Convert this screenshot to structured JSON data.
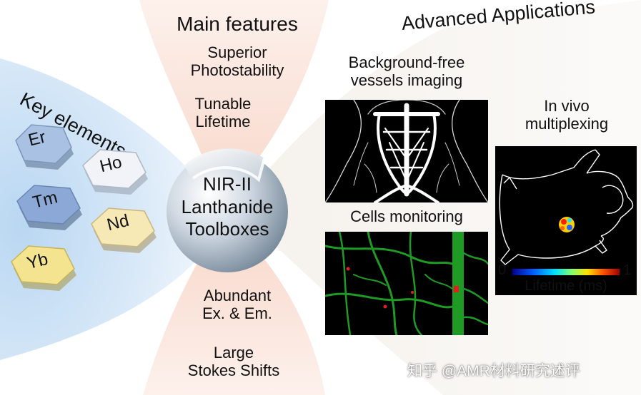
{
  "key_elements": {
    "title": "Key elements",
    "items": [
      {
        "symbol": "Er",
        "color": "#9fb9df"
      },
      {
        "symbol": "Ho",
        "color": "#eef0f6"
      },
      {
        "symbol": "Tm",
        "color": "#86a3d2"
      },
      {
        "symbol": "Nd",
        "color": "#f4e7b0"
      },
      {
        "symbol": "Yb",
        "color": "#f3e28a"
      }
    ]
  },
  "center": {
    "line1": "NIR-II",
    "line2": "Lanthanide",
    "line3": "Toolboxes"
  },
  "main_features": {
    "title": "Main features",
    "items": [
      {
        "line1": "Superior",
        "line2": "Photostability"
      },
      {
        "line1": "Tunable",
        "line2": "Lifetime"
      },
      {
        "line1": "Abundant",
        "line2": "Ex. & Em."
      },
      {
        "line1": "Large",
        "line2": "Stokes Shifts"
      }
    ]
  },
  "applications": {
    "title": "Advanced Applications",
    "vessels": {
      "line1": "Background-free",
      "line2": "vessels imaging"
    },
    "cells": {
      "label": "Cells monitoring"
    },
    "multiplex": {
      "line1": "In vivo",
      "line2": "multiplexing",
      "scale_min": "0",
      "scale_max": "1",
      "scale_label": "Lifetime (ms)"
    }
  },
  "watermark": "知乎 @AMR材料研究述评",
  "colors": {
    "vessel_green": "#1f9a24",
    "cell_red": "#e0201f",
    "panel_bg": "#000000"
  }
}
